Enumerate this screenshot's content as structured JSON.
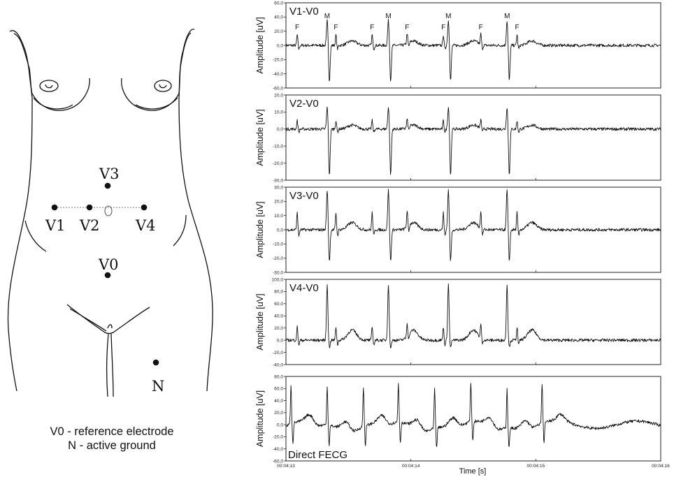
{
  "body_diagram": {
    "electrodes": [
      {
        "name": "V3",
        "label": "V3"
      },
      {
        "name": "V1",
        "label": "V1"
      },
      {
        "name": "V2",
        "label": "V2"
      },
      {
        "name": "V4",
        "label": "V4"
      },
      {
        "name": "V0",
        "label": "V0"
      },
      {
        "name": "N",
        "label": "N"
      }
    ],
    "caption_line1": "V0 - reference electrode",
    "caption_line2": "N - active ground"
  },
  "x_axis": {
    "label": "Time [s]",
    "ticks": [
      "00:04:13",
      "00:04:14",
      "00:04:15",
      "00:04:16"
    ]
  },
  "chart_data": [
    {
      "type": "line",
      "panel_label": "V1-V0",
      "ylabel": "Amplitude [uV]",
      "ylim": [
        -60,
        60
      ],
      "yticks": [
        "60,0",
        "40,0",
        "20,0",
        "0,0",
        "-20,0",
        "-40,0",
        "-60,0"
      ],
      "maternal_beats_s": [
        0.33,
        0.82,
        1.3,
        1.77
      ],
      "maternal_amplitude": [
        35,
        -50
      ],
      "fetal_beats_s": [
        0.09,
        0.4,
        0.69,
        0.97,
        1.26,
        1.56,
        1.85
      ],
      "fetal_amplitude": 15,
      "annotations": [
        {
          "text": "M",
          "x_s": 0.33
        },
        {
          "text": "M",
          "x_s": 0.82
        },
        {
          "text": "M",
          "x_s": 1.3
        },
        {
          "text": "M",
          "x_s": 1.77
        },
        {
          "text": "F",
          "x_s": 0.09
        },
        {
          "text": "F",
          "x_s": 0.4
        },
        {
          "text": "F",
          "x_s": 0.69
        },
        {
          "text": "F",
          "x_s": 0.97
        },
        {
          "text": "F",
          "x_s": 1.26
        },
        {
          "text": "F",
          "x_s": 1.56
        },
        {
          "text": "F",
          "x_s": 1.85
        }
      ]
    },
    {
      "type": "line",
      "panel_label": "V2-V0",
      "ylabel": "Amplitude [uV]",
      "ylim": [
        -30,
        20
      ],
      "yticks": [
        "20,0",
        "10,0",
        "0,0",
        "-10,0",
        "-20,0",
        "-30,0"
      ],
      "maternal_beats_s": [
        0.33,
        0.82,
        1.3,
        1.77
      ],
      "maternal_amplitude": [
        13,
        -27
      ],
      "fetal_beats_s": [
        0.09,
        0.4,
        0.69,
        0.97,
        1.26,
        1.56,
        1.85
      ],
      "fetal_amplitude": 5
    },
    {
      "type": "line",
      "panel_label": "V3-V0",
      "ylabel": "Amplitude [uV]",
      "ylim": [
        -30,
        30
      ],
      "yticks": [
        "30,0",
        "20,0",
        "10,0",
        "0,0",
        "-10,0",
        "-20,0",
        "-30,0"
      ],
      "maternal_beats_s": [
        0.33,
        0.82,
        1.3,
        1.77
      ],
      "maternal_amplitude": [
        28,
        -22
      ],
      "fetal_beats_s": [
        0.09,
        0.4,
        0.69,
        0.97,
        1.26,
        1.56,
        1.85
      ],
      "fetal_amplitude": 12
    },
    {
      "type": "line",
      "panel_label": "V4-V0",
      "ylabel": "Amplitude [uV]",
      "ylim": [
        -40,
        100
      ],
      "yticks": [
        "100,0",
        "80,0",
        "60,0",
        "40,0",
        "20,0",
        "0,0",
        "-20,0",
        "-40,0"
      ],
      "maternal_beats_s": [
        0.33,
        0.82,
        1.3,
        1.77
      ],
      "maternal_amplitude": [
        92,
        -12
      ],
      "fetal_beats_s": [
        0.09,
        0.4,
        0.69,
        0.97,
        1.26,
        1.56,
        1.85
      ],
      "fetal_amplitude": 22
    },
    {
      "type": "line",
      "panel_label": "Direct FECG",
      "ylabel": "Amplitude [uV]",
      "ylim": [
        -60,
        80
      ],
      "yticks": [
        "80,0",
        "60,0",
        "40,0",
        "20,0",
        "0,0",
        "-20,0",
        "-40,0",
        "-60,0"
      ],
      "fetal_beats_s": [
        0.04,
        0.33,
        0.62,
        0.9,
        1.19,
        1.48,
        1.77,
        2.05
      ],
      "fetal_amplitude": [
        65,
        -33
      ]
    }
  ]
}
